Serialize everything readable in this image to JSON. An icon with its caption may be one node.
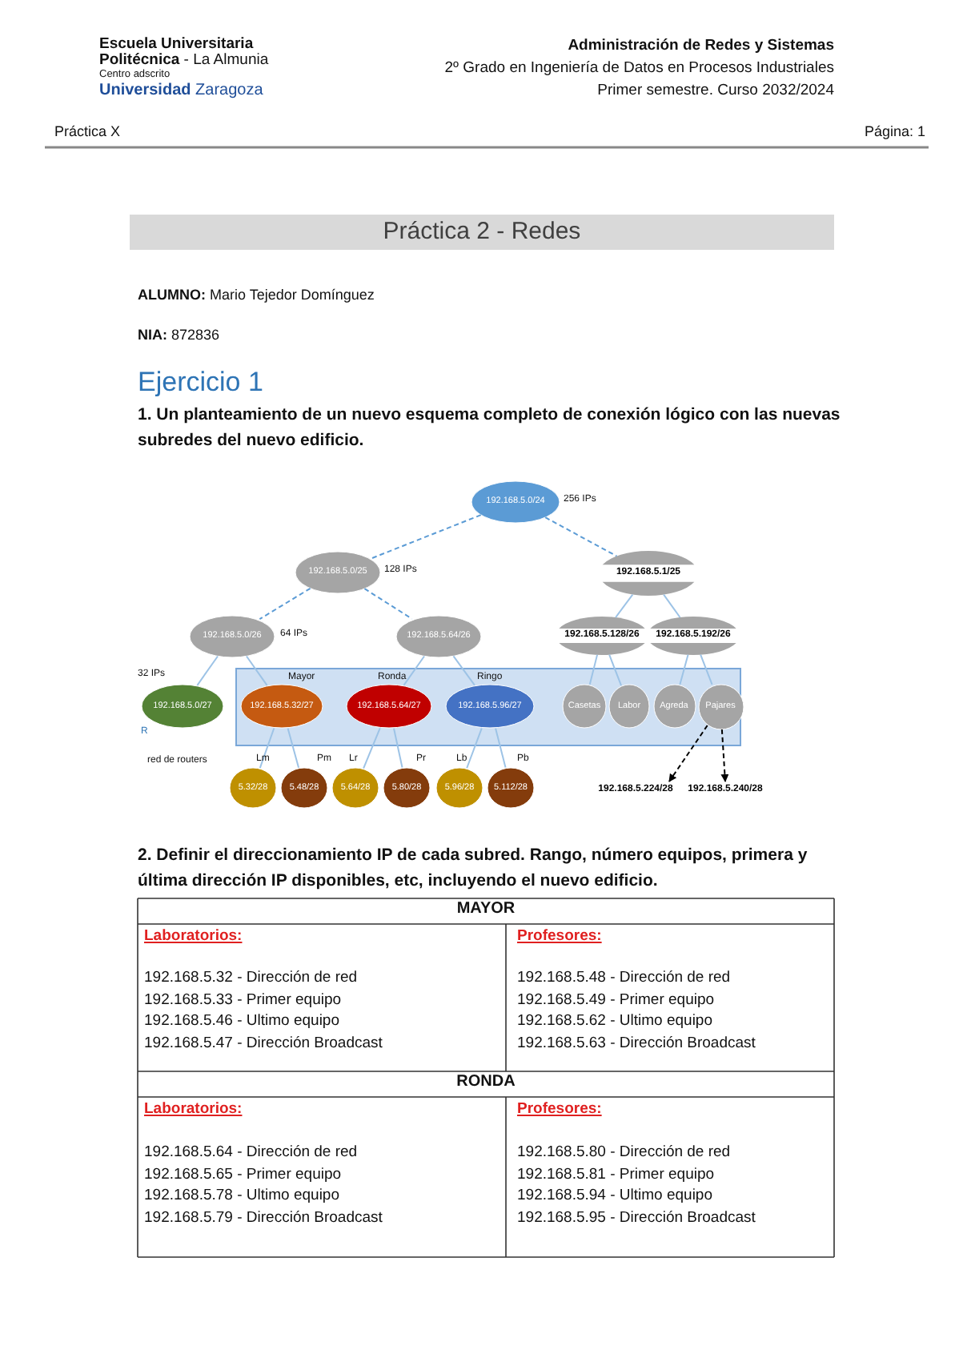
{
  "diagram": {
    "title": "Práctica 2 - Redes",
    "nodes": [
      {
        "text": [
          "192.168.5.0/24"
        ],
        "beside": [
          "256 IPs"
        ]
      },
      {
        "text": [
          "192.168.5.0/25"
        ],
        "beside": [
          "128 IPs"
        ]
      },
      {
        "text": [
          "192.168.5.1/25"
        ]
      },
      {
        "text": [
          "192.168.5.0/26"
        ],
        "beside": [
          "64 IPs"
        ]
      },
      {
        "text": [
          "192.168.5.64/26"
        ]
      },
      {
        "text": [
          "192.168.5.128/26"
        ]
      },
      {
        "text": [
          "192.168.5.192/26"
        ]
      },
      {
        "text": [],
        "shape": "box"
      },
      {
        "text": [
          "192.168.5.0/27"
        ]
      },
      {
        "text": [
          "192.168.5.32/27"
        ],
        "beside": [
          "Mayor"
        ],
        "in": 7
      },
      {
        "text": [
          "192.168.5.64/27"
        ],
        "beside": [
          "Ronda"
        ],
        "in": 7
      },
      {
        "text": [
          "192.168.5.96/27"
        ],
        "beside": [
          "Ringo"
        ],
        "in": 7
      },
      {
        "text": [
          "Casetas"
        ],
        "in": 7
      },
      {
        "text": [
          "Labor"
        ],
        "in": 7
      },
      {
        "text": [
          "Agreda"
        ],
        "in": 7
      },
      {
        "text": [
          "Pajares"
        ],
        "in": 7
      },
      {
        "text": [
          "5.32/28"
        ],
        "beside": [
          "Lm"
        ]
      },
      {
        "text": [
          "5.48/28"
        ],
        "beside": [
          "Pm"
        ]
      },
      {
        "text": [
          "5.64/28"
        ],
        "beside": [
          "Lr"
        ]
      },
      {
        "text": [
          "5.80/28"
        ],
        "beside": [
          "Pr"
        ]
      },
      {
        "text": [
          "5.96/28"
        ],
        "beside": [
          "Lb"
        ]
      },
      {
        "text": [
          "5.112/28"
        ],
        "beside": [
          "Pb"
        ]
      },
      {
        "text": [
          "192.168.5.224/28"
        ]
      },
      {
        "text": [
          "192.168.5.240/28"
        ]
      }
    ],
    "edges": [
      {
        "from": 0,
        "to": 1,
        "arrow": "none",
        "style": "dashed",
        "color": "#5b9bd5"
      },
      {
        "from": 0,
        "to": 2,
        "arrow": "none",
        "style": "dashed",
        "color": "#5b9bd5"
      },
      {
        "from": 1,
        "to": 3,
        "arrow": "none",
        "style": "dashed",
        "color": "#5b9bd5"
      },
      {
        "from": 1,
        "to": 4,
        "arrow": "none",
        "style": "dashed",
        "color": "#5b9bd5"
      },
      {
        "from": 2,
        "to": 5,
        "arrow": "none"
      },
      {
        "from": 2,
        "to": 6,
        "arrow": "none"
      },
      {
        "from": 3,
        "to": 8,
        "arrow": "none"
      },
      {
        "from": 3,
        "to": 9,
        "arrow": "none"
      },
      {
        "from": 4,
        "to": 10,
        "arrow": "none"
      },
      {
        "from": 4,
        "to": 11,
        "arrow": "none"
      },
      {
        "from": 5,
        "to": 12,
        "arrow": "none"
      },
      {
        "from": 5,
        "to": 13,
        "arrow": "none"
      },
      {
        "from": 6,
        "to": 14,
        "arrow": "none"
      },
      {
        "from": 6,
        "to": 15,
        "arrow": "none"
      },
      {
        "from": 9,
        "to": 16,
        "arrow": "none"
      },
      {
        "from": 9,
        "to": 17,
        "arrow": "none"
      },
      {
        "from": 10,
        "to": 18,
        "arrow": "none"
      },
      {
        "from": 10,
        "to": 19,
        "arrow": "none"
      },
      {
        "from": 11,
        "to": 20,
        "arrow": "none"
      },
      {
        "from": 11,
        "to": 21,
        "arrow": "none"
      },
      {
        "from": 15,
        "to": 22,
        "arrow": "to",
        "style": "dashed",
        "color": "#000000"
      },
      {
        "from": 15,
        "to": 23,
        "arrow": "to",
        "style": "dashed",
        "color": "#000000"
      }
    ],
    "labels": [
      "Escuela Universitaria",
      "**Politécnica** - La Almunia",
      "Centro adscrito",
      "**Universidad** Zaragoza",
      "Administración de Redes y Sistemas",
      "2º Grado en Ingeniería de Datos en Procesos Industriales",
      "Primer semestre. Curso 2032/2024",
      "Práctica X",
      "Página: 1",
      "**ALUMNO:** Mario Tejedor Domínguez",
      "**NIA:**  872836",
      "Ejercicio 1",
      "1. Un planteamiento de un nuevo esquema completo de conexión lógico con las nuevas subredes del nuevo edificio.",
      "32 IPs",
      "R",
      "red de routers",
      "2. Definir el direccionamiento IP de cada subred. Rango, número equipos, primera y última dirección IP disponibles, etc, incluyendo el nuevo edificio.",
      "MAYOR",
      "Laboratorios:",
      "192.168.5.32 - Dirección de red",
      "192.168.5.33 - Primer equipo",
      "192.168.5.46 - Ultimo equipo",
      "192.168.5.47 - Dirección Broadcast",
      "Profesores:",
      "192.168.5.48 - Dirección de red",
      "192.168.5.49 - Primer equipo",
      "192.168.5.62 - Ultimo equipo",
      "192.168.5.63 - Dirección Broadcast",
      "RONDA",
      "Laboratorios:",
      "192.168.5.64 - Dirección de red",
      "192.168.5.65 - Primer equipo",
      "192.168.5.78 - Ultimo equipo",
      "192.168.5.79 - Dirección Broadcast",
      "Profesores:",
      "192.168.5.80 - Dirección de red",
      "192.168.5.81 - Primer equipo",
      "192.168.5.94 - Ultimo equipo",
      "192.168.5.95 - Dirección Broadcast"
    ]
  }
}
